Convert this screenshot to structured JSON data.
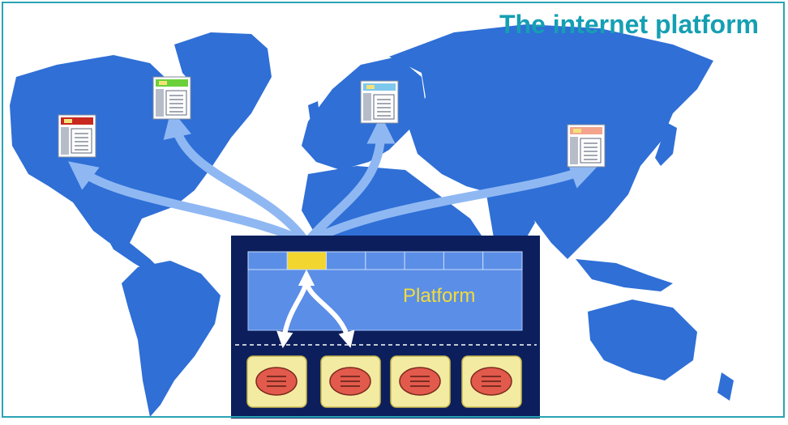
{
  "slide": {
    "title": "The internet platform",
    "platform_label": "Platform"
  },
  "colors": {
    "title": "#159fb3",
    "frame_border": "#2aa3b4",
    "land": "#2f6fd6",
    "arrow": "#8fb8f3",
    "platform_outer": "#0c1f5c",
    "platform_panel": "#5b8ee6",
    "slot_highlight": "#f2d52f",
    "platform_label": "#f2dc3c",
    "module_box": "#f3eba1",
    "module_disk": "#e25a4c"
  },
  "icons": {
    "browser_window": "browser-window-icon",
    "database_module": "database-icon"
  },
  "diagram": {
    "clients": [
      {
        "name": "client-north-america",
        "header_color": "#c8281e"
      },
      {
        "name": "client-greenland",
        "header_color": "#6ad13a"
      },
      {
        "name": "client-europe",
        "header_color": "#7ec8ee"
      },
      {
        "name": "client-asia",
        "header_color": "#f4a48c"
      }
    ],
    "slot_count": 7,
    "highlighted_slot": 1,
    "module_count": 4,
    "connected_modules": [
      0,
      1
    ]
  }
}
